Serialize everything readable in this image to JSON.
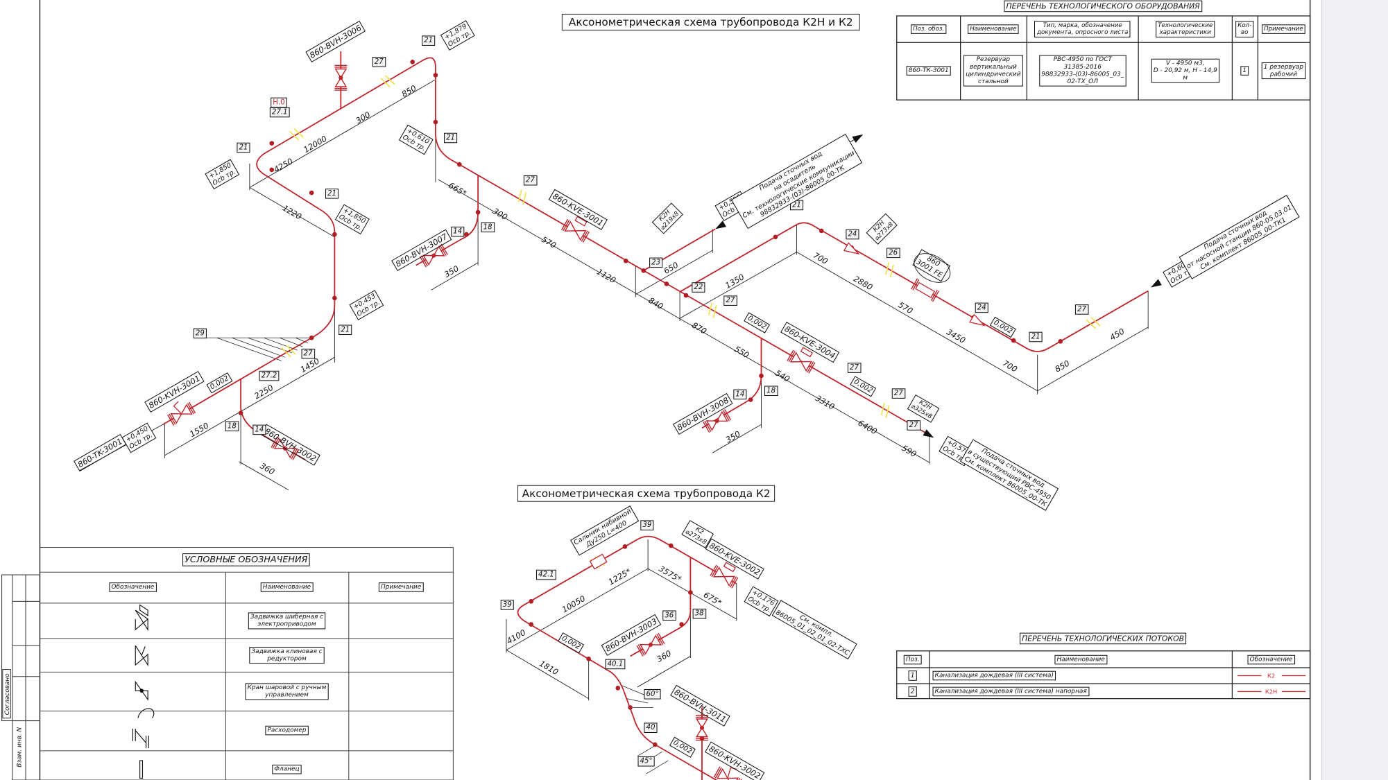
{
  "top_scheme": {
    "title": "Аксонометрическая схема трубопровода К2Н и К2",
    "zero_mark": "Н.0",
    "equipment_tags": [
      "860-BVH-3006",
      "860-BVH-3007",
      "860-KVE-3001",
      "860-KVH-3001",
      "860-BVH-3002",
      "860-TK-3001",
      "860-KVE-3004",
      "860-BVH-3008"
    ],
    "flowmeter_tag": [
      "860",
      "3001 FE"
    ],
    "dimensions": [
      "4250",
      "12000",
      "300",
      "850",
      "1220",
      "665*",
      "300",
      "570",
      "1120",
      "840",
      "870",
      "550",
      "540",
      "3310",
      "6400",
      "590",
      "650",
      "1350",
      "700",
      "2880",
      "570",
      "3450",
      "700",
      "850",
      "450",
      "350",
      "1450",
      "2250",
      "1550",
      "360",
      "350"
    ],
    "position_marks": [
      "21",
      "21",
      "21",
      "21",
      "21",
      "21",
      "21",
      "27",
      "27",
      "27",
      "27",
      "27",
      "27",
      "27",
      "27",
      "27.1",
      "14",
      "14",
      "14",
      "18",
      "18",
      "18",
      "23",
      "22",
      "24",
      "24",
      "26",
      "29",
      "27.2"
    ],
    "elevations": [
      [
        "+1,879",
        "Осb тр."
      ],
      [
        "+1,850",
        "Осb тр."
      ],
      [
        "+1,850",
        "Осb тр."
      ],
      [
        "+0,610",
        "Осb тр."
      ],
      [
        "+0,453",
        "Осb тр."
      ],
      [
        "+0,450",
        "Осb тр."
      ],
      [
        "+0,590",
        "Осb тр."
      ],
      [
        "+0,576",
        "Осb тр."
      ],
      [
        "+0,601",
        "Осb тр."
      ]
    ],
    "slopes": [
      "0,002",
      "0,002",
      "0,002",
      "0,002"
    ],
    "pipe_specs": [
      [
        "К2Н",
        "⌀219x8"
      ],
      [
        "К2Н",
        "⌀273x8"
      ],
      [
        "К2Н",
        "⌀325x8"
      ]
    ],
    "notes": [
      [
        "Подача сточных вод",
        "на осадитель",
        "См. технологические коммуникации",
        "98832933-(03)-86005_00-ТК"
      ],
      [
        "Подача сточных вод",
        "в существующий РВС-4950",
        "См. комплект 86005_00-ТК"
      ],
      [
        "Подача сточных вод",
        "от насосной станции 860-05.03.01",
        "См. комплект 86005_00-ТК1"
      ]
    ]
  },
  "bottom_scheme": {
    "title": "Аксонометрическая схема трубопровода К2",
    "equipment_tags": [
      "860-BVH-3003",
      "860-KVE-3002",
      "860-BVH-3011",
      "860-KVH-3002"
    ],
    "dimensions": [
      "10050",
      "1225*",
      "3575*",
      "675*",
      "4100",
      "1810",
      "360"
    ],
    "position_marks": [
      "39",
      "39",
      "42.1",
      "36",
      "38",
      "40.1",
      "60°",
      "40",
      "45°"
    ],
    "elevations": [
      [
        "+0,176",
        "Осb тр."
      ]
    ],
    "slopes": [
      "0,002",
      "0,002"
    ],
    "pipe_specs": [
      [
        "К2",
        "⌀273x8"
      ]
    ],
    "notes": [
      [
        "Сальник набивной",
        "Ду250 L=400"
      ],
      [
        "См. компл.",
        "86005_01_02_01_02-ТХС"
      ]
    ]
  },
  "equipment_table": {
    "title": "ПЕРЕЧЕНЬ ТЕХНОЛОГИЧЕСКОГО ОБОРУДОВАНИЯ",
    "headers": [
      [
        "Поз. обоз."
      ],
      [
        "Наименование"
      ],
      [
        "Тип, марка, обозначение",
        "документа, опросного листа"
      ],
      [
        "Технологические",
        "характеристики"
      ],
      [
        "Кол-",
        "во"
      ],
      [
        "Примечание"
      ]
    ],
    "rows": [
      [
        [
          "860-ТК-3001"
        ],
        [
          "Резервуар",
          "вертикальный",
          "цилиндрический",
          "стальной"
        ],
        [
          "РВС-4950 по ГОСТ",
          "31385-2016",
          "98832933-(03)-86005_03_",
          "02-ТХ_ОЛ"
        ],
        [
          "V - 4950 м3,",
          "D - 20,92 м, H - 14,9",
          "м"
        ],
        [
          "1"
        ],
        [
          "1 резервуар",
          "рабочий"
        ]
      ]
    ]
  },
  "flows_table": {
    "title": "ПЕРЕЧЕНЬ ТЕХНОЛОГИЧЕСКИХ ПОТОКОВ",
    "headers": [
      "Поз.",
      "Наименование",
      "Обозначение"
    ],
    "rows": [
      {
        "pos": "1",
        "name": "Канализация дождевая  (III система)",
        "code": "К2"
      },
      {
        "pos": "2",
        "name": "Канализация дождевая  (III система) напорная",
        "code": "К2Н"
      }
    ],
    "line_color": "#d0262e"
  },
  "legend": {
    "title": "УСЛОВНЫЕ ОБОЗНАЧЕНИЯ",
    "headers": [
      "Обозначение",
      "Наименование",
      "Примечание"
    ],
    "rows": [
      {
        "icon": "gate-valve-electric-icon",
        "name": [
          "Задвижка шиберная с",
          "электроприводом"
        ]
      },
      {
        "icon": "wedge-gate-valve-gear-icon",
        "name": [
          "Задвижка клиновая с",
          "редуктором"
        ]
      },
      {
        "icon": "ball-valve-manual-icon",
        "name": [
          "Кран шаровой с ручным",
          "управлением"
        ]
      },
      {
        "icon": "flowmeter-icon",
        "name": [
          "Расходомер"
        ]
      },
      {
        "icon": "flange-icon",
        "name": [
          "Фланец"
        ]
      }
    ]
  },
  "stamp": {
    "approved": "Согласовано",
    "replaced_inv": "Взам. инв. N"
  },
  "colors": {
    "pipe": "#c0232b",
    "insulation_break": "#f2e24a",
    "background_panel": "#f0f0f2"
  }
}
